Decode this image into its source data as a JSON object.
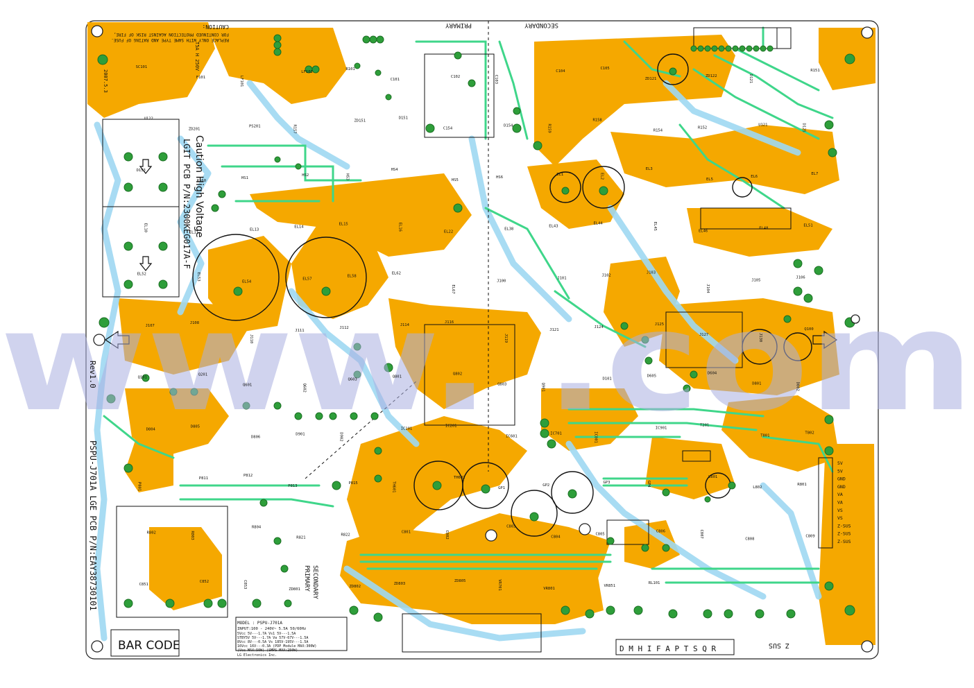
{
  "colors": {
    "copper": "#f5a800",
    "ground_trace": "#3fd68a",
    "top_trace": "#9fd8f2",
    "pad": "#2e9e3a",
    "silk": "#111111",
    "watermark": "#a9aee0"
  },
  "board": {
    "watermark": "www.              .com",
    "title_vertical": "LGIT PCB P/N:2300KEG017A-F",
    "caution_hv": "Caution High Voltage",
    "model_vertical": "PSPU-J701A  LGE PCB P/N:EAY38730101",
    "rev": "Rev1.0",
    "caution_title": "CAUTION:",
    "caution_line1": "FOR CONTINUED PROTECTION AGAINST RISK OF FIRE,",
    "caution_line2": "REPLACE ONLY WITH SAME TYPE AND RATING OF FUSE.",
    "primary": "PRIMARY",
    "secondary": "SECONDARY",
    "barcode": "BAR CODE",
    "bottom_letters": "D M H I F A P T S Q R",
    "z_sus": "Z SUS",
    "date": "2007.5.3",
    "fuse": "T5A H 250V"
  },
  "label_block": {
    "model": "MODEL : PSPU-J701A",
    "input": "INPUT:100 - 240V~  5.5A 50/60Hz",
    "rows": [
      "5Vcc  5V---1.7A  Vs1  5V---1.5A",
      "STBY5V 5V---1.7A  Va  57V-67V---1.5A",
      "8Vcc  8V---0.5A  Vs  185V-195V---1.5A",
      "16Vcc 16V---0.3A (PDP Module MAX:300W)",
      "(Vcc MAX:50W)  (SMPS MAX:250W)"
    ],
    "maker": "LG Electronics Inc."
  },
  "connector_pins": [
    "5V",
    "5V",
    "GND",
    "GND",
    "VA",
    "VA",
    "VS",
    "VS",
    "Z-SUS",
    "Z-SUS",
    "Z-SUS"
  ],
  "designators": [
    "SC101",
    "F101",
    "LF101",
    "LF102",
    "R101",
    "C101",
    "C102",
    "C103",
    "C104",
    "C105",
    "ZD121",
    "ZD122",
    "D121",
    "R151",
    "U122",
    "ZD201",
    "PS201",
    "R157",
    "ZD151",
    "D151",
    "C154",
    "D154",
    "R159",
    "R158",
    "R154",
    "R152",
    "U121",
    "D125",
    "D153",
    "R160",
    "HS1",
    "HS2",
    "HS3",
    "HS4",
    "HS5",
    "HS6",
    "EL1",
    "EL2",
    "EL3",
    "EL5",
    "EL6",
    "EL7",
    "EL10",
    "EL11",
    "EL13",
    "EL14",
    "EL15",
    "EL16",
    "EL22",
    "EL38",
    "EL43",
    "EL44",
    "EL45",
    "EL46",
    "EL48",
    "EL51",
    "EL52",
    "EL53",
    "EL54",
    "EL57",
    "EL58",
    "EL62",
    "EL67",
    "J100",
    "J101",
    "J102",
    "J103",
    "J104",
    "J105",
    "J106",
    "J107",
    "J108",
    "J110",
    "J111",
    "J112",
    "J114",
    "J116",
    "J119",
    "J121",
    "J124",
    "J125",
    "J127",
    "J130",
    "Q100",
    "Q101",
    "Q201",
    "Q601",
    "Q602",
    "Q603",
    "Q801",
    "Q802",
    "Q803",
    "Q901",
    "D101",
    "D605",
    "D604",
    "D801",
    "D802",
    "D804",
    "D805",
    "D806",
    "D901",
    "D902",
    "IC101",
    "IC201",
    "IC601",
    "IC701",
    "IC801",
    "IC901",
    "T201",
    "T801",
    "T802",
    "P801",
    "P811",
    "P812",
    "P813",
    "P815",
    "TH601",
    "TH602",
    "GP1",
    "GP2",
    "GP3",
    "GP4",
    "L801",
    "L802",
    "R801",
    "R802",
    "R803",
    "R804",
    "R821",
    "R822",
    "C801",
    "C802",
    "C803",
    "C804",
    "C805",
    "C806",
    "C807",
    "C808",
    "C809",
    "C851",
    "C852",
    "C853",
    "ZD801",
    "ZD802",
    "ZD803",
    "ZD805",
    "VR701",
    "VR801",
    "VR851",
    "RL101"
  ]
}
